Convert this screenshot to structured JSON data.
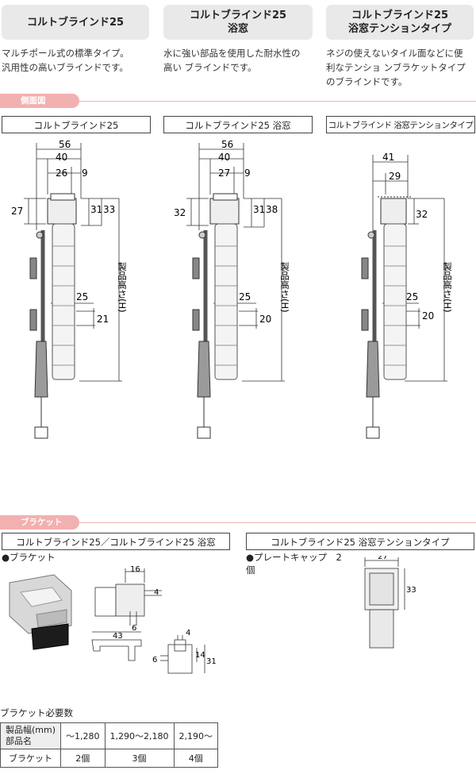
{
  "products": [
    {
      "title_lines": [
        "コルトブラインド25"
      ],
      "desc_lines": [
        "マルチポール式の標準タイプ。",
        "汎用性の高いブラインドです。"
      ]
    },
    {
      "title_lines": [
        "コルトブラインド25",
        "浴窓"
      ],
      "desc_lines": [
        "水に強い部品を使用した耐水性の",
        "高い ブラインドです。"
      ]
    },
    {
      "title_lines": [
        "コルトブラインド25",
        "浴窓テンションタイプ"
      ],
      "desc_lines": [
        "ネジの使えないタイル面などに便",
        "利なテンショ ンブラケットタイプ",
        "のブラインドです。"
      ]
    }
  ],
  "side_section": {
    "tab_label": "側面図",
    "diagrams": [
      {
        "label": "コルトブラインド25",
        "dims": {
          "top": "56",
          "second": "40",
          "third": "26",
          "fourth": "9",
          "left": "27",
          "h1": "31",
          "h2": "33",
          "slat": "25",
          "pitch": "21",
          "height": "製品高さ(H)"
        }
      },
      {
        "label": "コルトブラインド25 浴窓",
        "dims": {
          "top": "56",
          "second": "40",
          "third": "27",
          "fourth": "9",
          "left": "32",
          "h1": "31",
          "h2": "38",
          "slat": "25",
          "pitch": "20",
          "height": "製品高さ(H)"
        }
      },
      {
        "label": "コルトブラインド 浴窓テンションタイプ",
        "dims": {
          "top": "41",
          "second": "29",
          "h2": "32",
          "slat": "25",
          "pitch": "20",
          "height": "製品高さ(H)"
        }
      }
    ]
  },
  "bracket_section": {
    "tab_label": "ブラケット",
    "left_label": "コルトブラインド25／コルトブラインド25 浴窓",
    "right_label": "コルトブラインド25 浴窓テンションタイプ",
    "bracket_bullet": "●ブラケット",
    "plate_bullet_line1": "●プレートキャップ　2",
    "plate_bullet_line2": "個",
    "bracket_dims": {
      "w16": "16",
      "d4a": "4",
      "d6a": "6",
      "w43": "43",
      "d4b": "4",
      "d6b": "6",
      "d14": "14",
      "d31": "31"
    },
    "plate_dims": {
      "w": "27",
      "h": "33"
    }
  },
  "requirements": {
    "title": "ブラケット必要数",
    "header_line1": "製品幅(mm)",
    "header_line2": "部品名",
    "columns": [
      "〜1,280",
      "1,290〜2,180",
      "2,190〜"
    ],
    "row_label": "ブラケット",
    "values": [
      "2個",
      "3個",
      "4個"
    ]
  },
  "colors": {
    "accent": "#f2b0b0",
    "box": "#e9e9e9"
  }
}
